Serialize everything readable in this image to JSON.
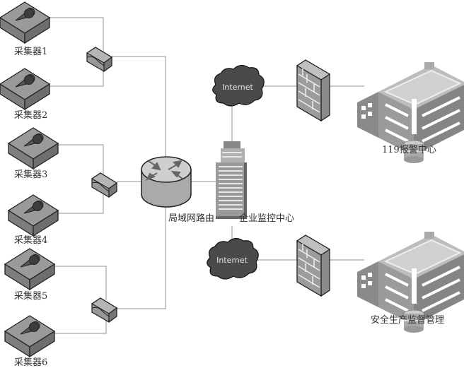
{
  "title": "企业监控网络拓扑",
  "collectors": [
    {
      "label": "采集器1"
    },
    {
      "label": "采集器2"
    },
    {
      "label": "采集器3"
    },
    {
      "label": "采集器4"
    },
    {
      "label": "采集器5"
    },
    {
      "label": "采集器6"
    }
  ],
  "router": {
    "label": "局域网路由"
  },
  "center": {
    "label": "企业监控中心"
  },
  "internet": [
    {
      "label": "Internet"
    },
    {
      "label": "Internet"
    }
  ],
  "destinations": [
    {
      "label": "119报警中心"
    },
    {
      "label": "安全生产监督管理"
    }
  ],
  "colors": {
    "line": "#b5b5b5",
    "device": "#8c8c8c",
    "cloud": "#4a4a4a",
    "building": "#a0a0a0"
  }
}
